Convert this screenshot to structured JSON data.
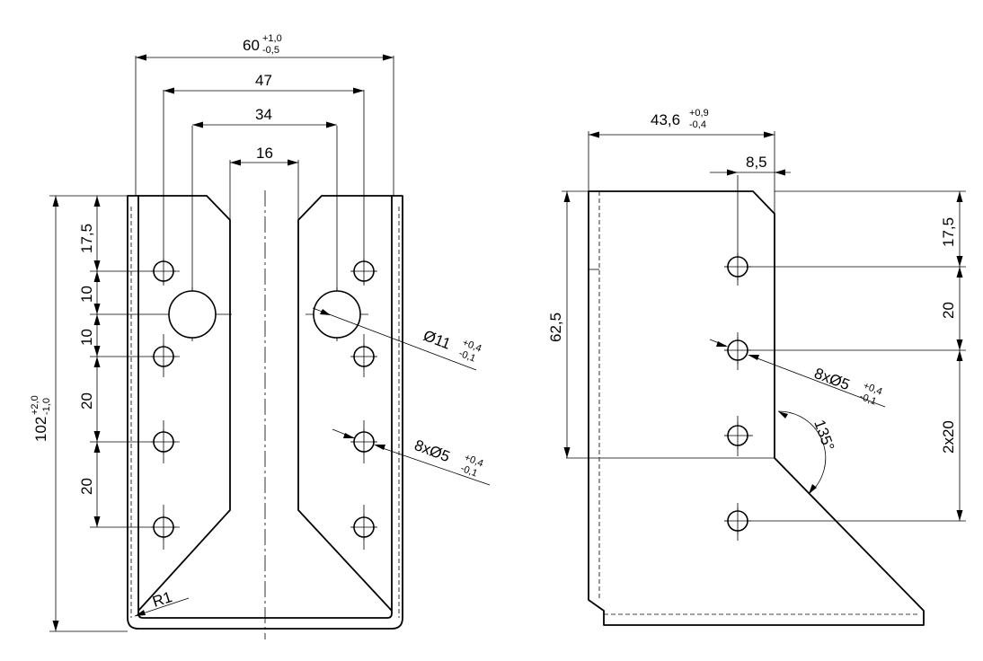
{
  "front_view": {
    "width_nominal": "60",
    "width_tol_upper": "+1,0",
    "width_tol_lower": "-0,5",
    "hole_spacing_outer": "47",
    "hole_spacing_inner": "34",
    "slot_width": "16",
    "height_nominal": "102",
    "height_tol_upper": "+2,0",
    "height_tol_lower": "-1,0",
    "vdim_1": "17,5",
    "vdim_2": "10",
    "vdim_3": "10",
    "vdim_4": "20",
    "vdim_5": "20",
    "large_hole_label": "Ø11",
    "large_hole_tol_upper": "+0,4",
    "large_hole_tol_lower": "-0,1",
    "small_holes_label": "8xØ5",
    "small_holes_tol_upper": "+0,4",
    "small_holes_tol_lower": "-0,1",
    "radius_label": "R1"
  },
  "side_view": {
    "width_nominal": "43,6",
    "width_tol_upper": "+0,9",
    "width_tol_lower": "-0,4",
    "offset": "8,5",
    "height": "62,5",
    "vdim_1": "17,5",
    "vdim_2": "20",
    "vdim_3": "2x20",
    "holes_label": "8xØ5",
    "holes_tol_upper": "+0,4",
    "holes_tol_lower": "-0,1",
    "angle": "135°"
  }
}
